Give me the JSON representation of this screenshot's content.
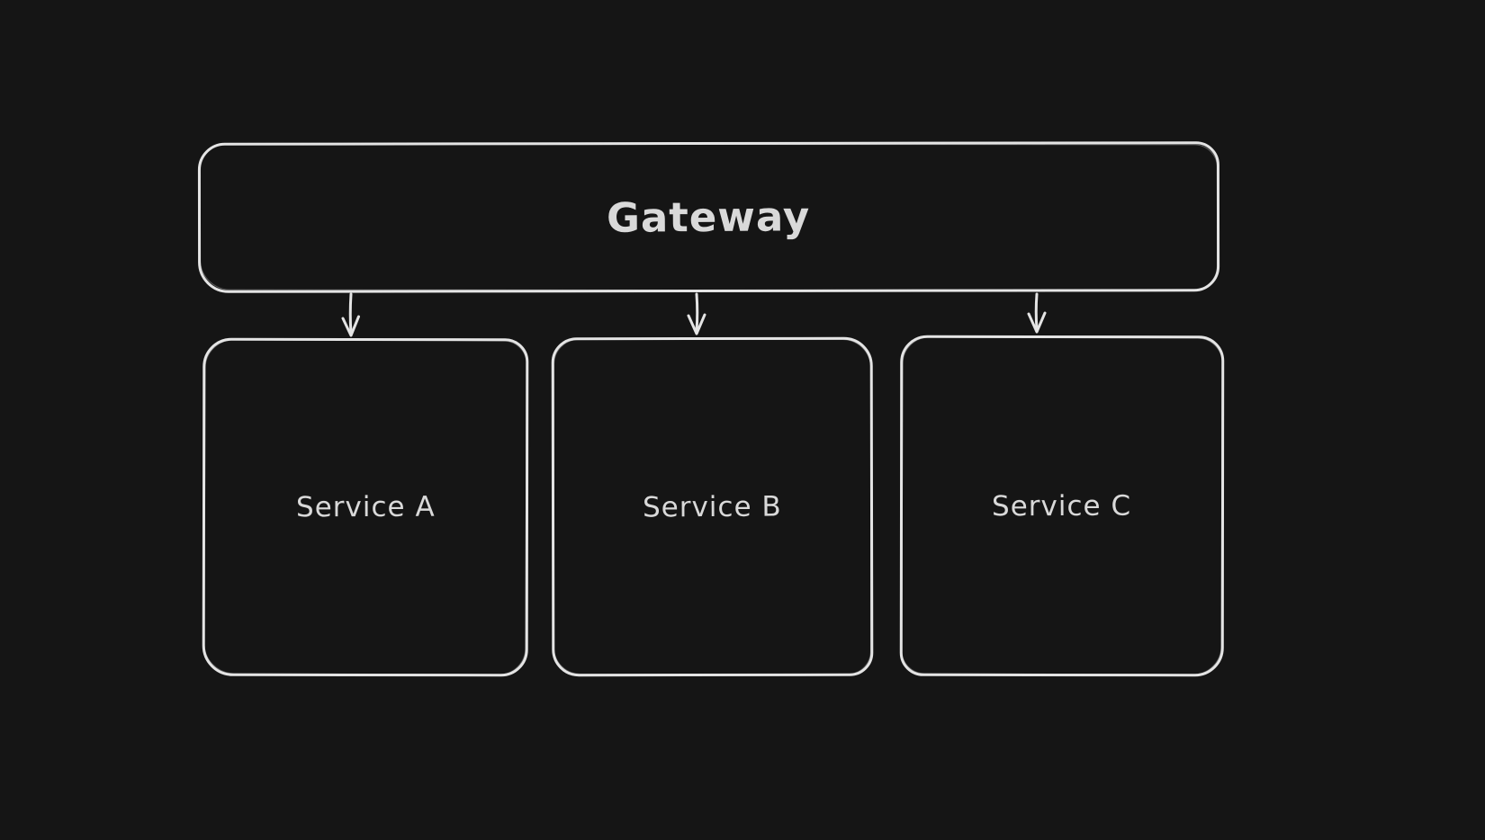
{
  "canvas": {
    "background_color": "#151515",
    "stroke_color": "#e4e4e4",
    "text_color": "#d9d9d9"
  },
  "nodes": {
    "gateway": {
      "label": "Gateway"
    },
    "service_a": {
      "label": "Service A"
    },
    "service_b": {
      "label": "Service B"
    },
    "service_c": {
      "label": "Service C"
    }
  },
  "edges": [
    {
      "from": "Gateway",
      "to": "Service A",
      "style": "arrow-down"
    },
    {
      "from": "Gateway",
      "to": "Service B",
      "style": "arrow-down"
    },
    {
      "from": "Gateway",
      "to": "Service C",
      "style": "arrow-down"
    }
  ]
}
